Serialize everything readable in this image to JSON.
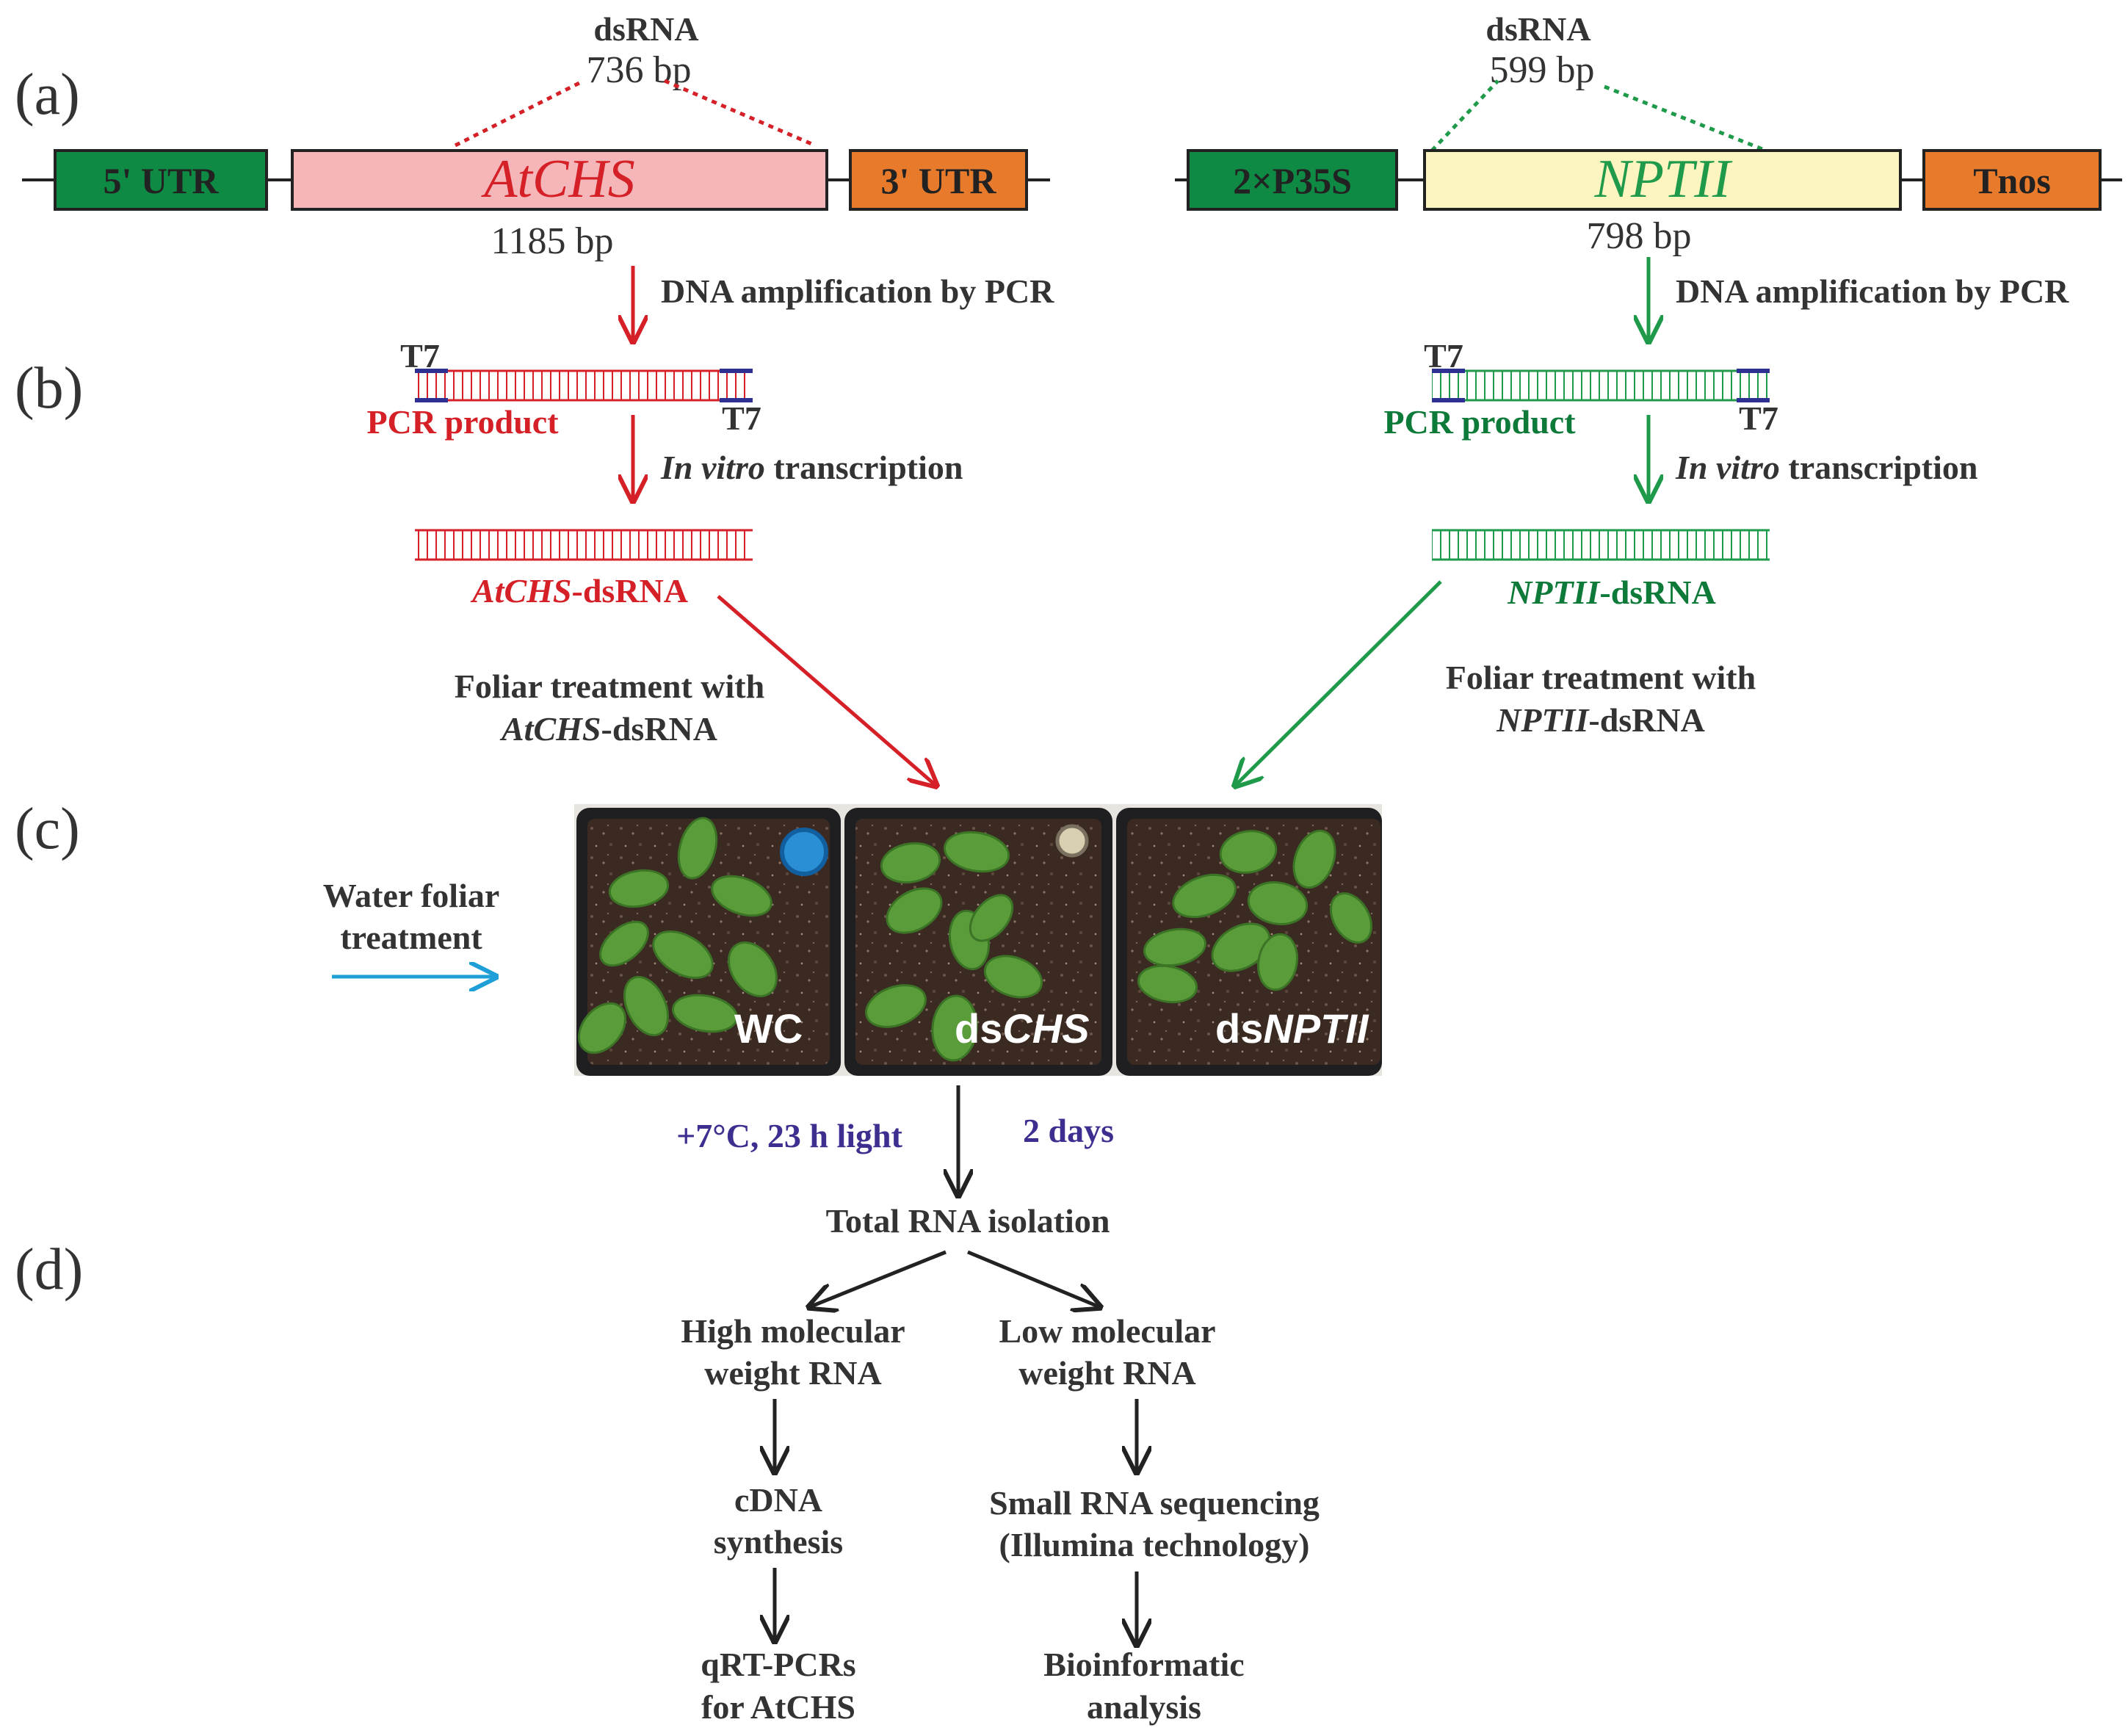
{
  "panels": {
    "a": "(a)",
    "b": "(b)",
    "c": "(c)",
    "d": "(d)"
  },
  "left": {
    "dsrna_title": "dsRNA",
    "dsrna_size": "736 bp",
    "utr5": "5' UTR",
    "gene": "AtCHS",
    "utr3": "3' UTR",
    "gene_size": "1185 bp",
    "amplification": "DNA amplification by PCR",
    "t7_top": "T7",
    "t7_bottom": "T7",
    "pcr_product": "PCR product",
    "in_vitro": "In vitro",
    "transcription": " transcription",
    "dsrna_gene": "AtCHS",
    "dsrna_suffix": "-dsRNA",
    "foliar_line1": "Foliar treatment with",
    "foliar_gene": "AtCHS",
    "foliar_suffix": "-dsRNA"
  },
  "right": {
    "dsrna_title": "dsRNA",
    "dsrna_size": "599 bp",
    "promoter": "2×P35S",
    "gene": "NPTII",
    "terminator": "Tnos",
    "gene_size": "798 bp",
    "amplification": "DNA amplification by PCR",
    "t7_top": "T7",
    "t7_bottom": "T7",
    "pcr_product": "PCR product",
    "in_vitro": "In vitro",
    "transcription": " transcription",
    "dsrna_gene": "NPTII",
    "dsrna_suffix": "-dsRNA",
    "foliar_line1": "Foliar treatment with",
    "foliar_gene": "NPTII",
    "foliar_suffix": "-dsRNA"
  },
  "water": {
    "line1": "Water foliar",
    "line2": "treatment"
  },
  "photo": {
    "wc": "WC",
    "ds1_prefix": "ds",
    "ds1_gene": "CHS",
    "ds2_prefix": "ds",
    "ds2_gene": "NPTII"
  },
  "conditions": {
    "temp": "+7°C, 23 h light",
    "time": "2 days"
  },
  "workflow": {
    "total_rna": "Total RNA isolation",
    "high_mw_1": "High molecular",
    "high_mw_2": "weight RNA",
    "low_mw_1": "Low molecular",
    "low_mw_2": "weight RNA",
    "cdna_1": "cDNA",
    "cdna_2": "synthesis",
    "seq_1": "Small RNA sequencing",
    "seq_2": "(Illumina technology)",
    "qrt_1": "qRT-PCRs",
    "qrt_2": "for AtCHS",
    "bio_1": "Bioinformatic",
    "bio_2": "analysis"
  },
  "colors": {
    "red": "#d42026",
    "green": "#1f9a4a",
    "dark_green": "#0e7a3a",
    "blue": "#1e9fd8",
    "purple": "#3d2f8f",
    "pink_box": "#f4b6b8",
    "yellow_box": "#fdf5c0",
    "green_box": "#0e8a44",
    "orange_box": "#e87a2c"
  }
}
